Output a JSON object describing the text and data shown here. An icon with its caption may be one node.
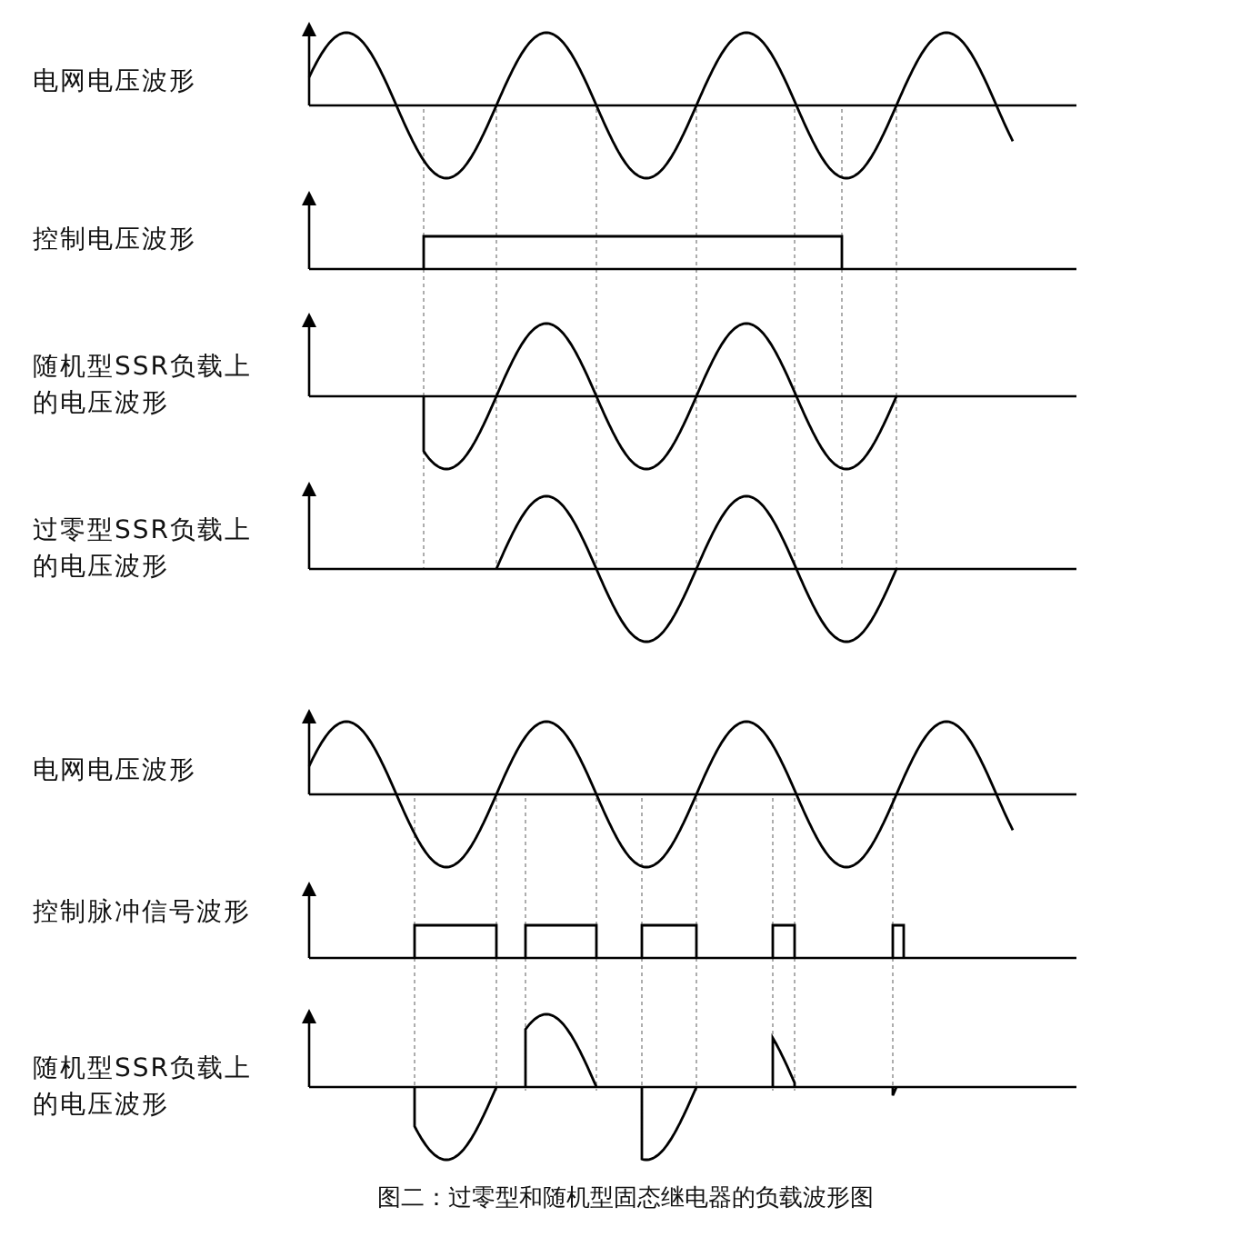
{
  "diagram": {
    "caption": "图二：过零型和随机型固态继电器的负载波形图",
    "labels": [
      "电网电压波形",
      "控制电压波形",
      "随机型SSR负载上的电压波形",
      "过零型SSR负载上的电压波形",
      "电网电压波形",
      "控制脉冲信号波形",
      "随机型SSR负载上的电压波形"
    ]
  }
}
